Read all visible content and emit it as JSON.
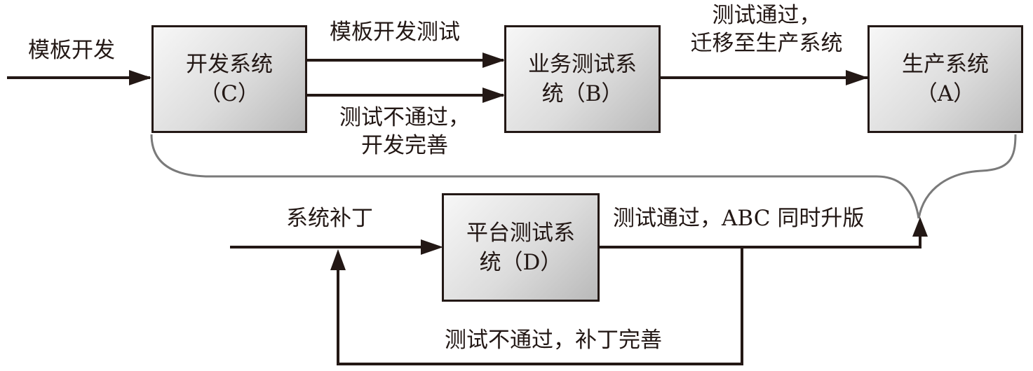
{
  "boxes": {
    "dev": {
      "line1": "开发系统",
      "line2": "（C）"
    },
    "test": {
      "line1": "业务测试系",
      "line2": "统（B）"
    },
    "prod": {
      "line1": "生产系统",
      "line2": "（A）"
    },
    "plat": {
      "line1": "平台测试系",
      "line2": "统（D）"
    }
  },
  "labels": {
    "template_dev": "模板开发",
    "template_test": "模板开发测试",
    "test_fail_line1": "测试不通过，",
    "test_fail_line2": "开发完善",
    "test_pass_line1": "测试通过，",
    "test_pass_line2": "迁移至生产系统",
    "system_patch": "系统补丁",
    "plat_pass": "测试通过，ABC 同时升版",
    "plat_fail": "测试不通过，补丁完善"
  },
  "colors": {
    "line": "#231815",
    "curve": "#7a7a7a"
  }
}
